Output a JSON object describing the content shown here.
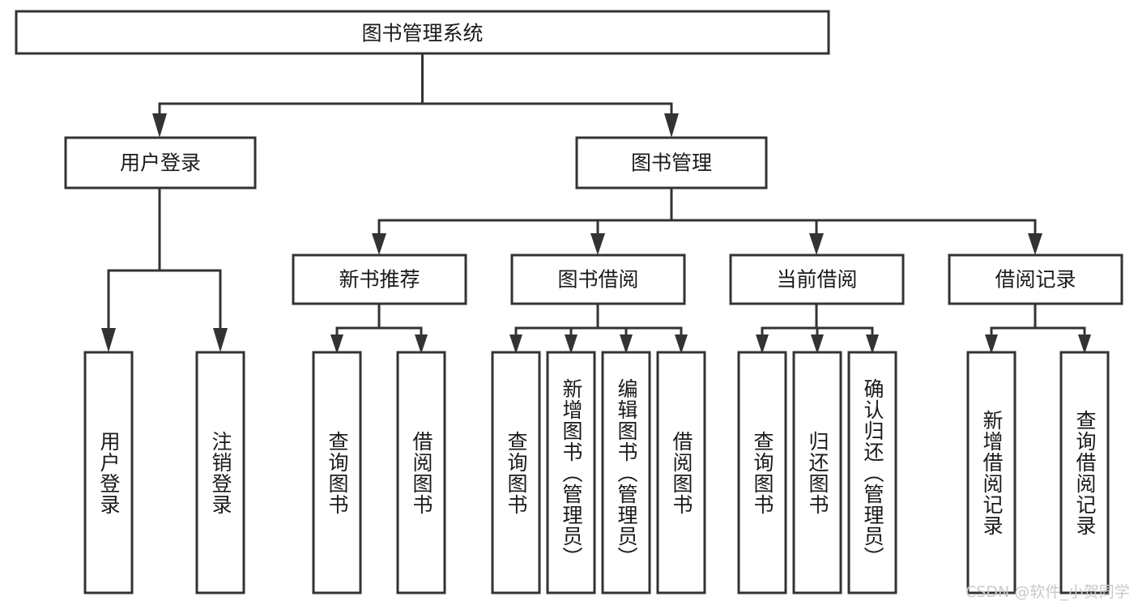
{
  "diagram": {
    "title": "图书管理系统",
    "type": "tree",
    "stroke_color": "#333333",
    "fill_color": "#ffffff",
    "text_color": "#1a1a1a",
    "watermark": "CSDN @软件_小贺同学",
    "watermark_color": "#c9c9c9"
  },
  "root": {
    "label": "图书管理系统"
  },
  "level2": [
    {
      "id": "user-login",
      "label": "用户登录"
    },
    {
      "id": "book-management",
      "label": "图书管理"
    }
  ],
  "level3": [
    {
      "id": "new-book-recommend",
      "label": "新书推荐"
    },
    {
      "id": "book-borrow",
      "label": "图书借阅"
    },
    {
      "id": "current-borrow",
      "label": "当前借阅"
    },
    {
      "id": "borrow-record",
      "label": "借阅记录"
    }
  ],
  "leaves": {
    "user_login": [
      {
        "id": "leaf-user-login",
        "label": "用户登录"
      },
      {
        "id": "leaf-logout",
        "label": "注销登录"
      }
    ],
    "new_book_recommend": [
      {
        "id": "leaf-query-book-1",
        "label": "查询图书"
      },
      {
        "id": "leaf-borrow-book-1",
        "label": "借阅图书"
      }
    ],
    "book_borrow": [
      {
        "id": "leaf-query-book-2",
        "label": "查询图书"
      },
      {
        "id": "leaf-add-book",
        "label": "新增图书（管理员）"
      },
      {
        "id": "leaf-edit-book",
        "label": "编辑图书（管理员）"
      },
      {
        "id": "leaf-borrow-book-2",
        "label": "借阅图书"
      }
    ],
    "current_borrow": [
      {
        "id": "leaf-query-book-3",
        "label": "查询图书"
      },
      {
        "id": "leaf-return-book",
        "label": "归还图书"
      },
      {
        "id": "leaf-confirm-return",
        "label": "确认归还（管理员）"
      }
    ],
    "borrow_record": [
      {
        "id": "leaf-add-record",
        "label": "新增借阅记录"
      },
      {
        "id": "leaf-query-record",
        "label": "查询借阅记录"
      }
    ]
  }
}
